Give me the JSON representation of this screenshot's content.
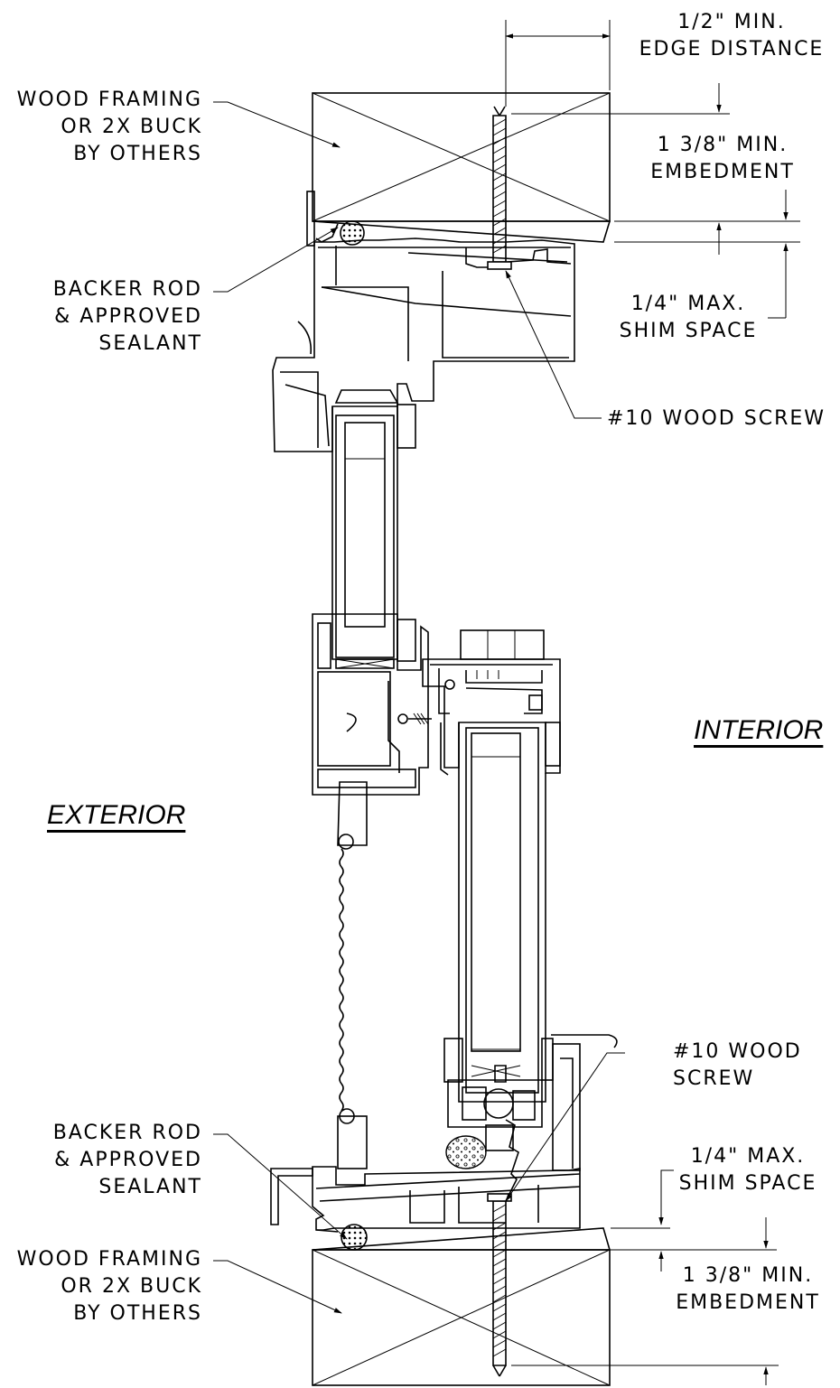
{
  "labels": {
    "top_edge_distance": [
      "1/2\" MIN.",
      "EDGE DISTANCE"
    ],
    "top_wood_framing": [
      "WOOD FRAMING",
      "OR 2X BUCK",
      "BY OTHERS"
    ],
    "top_embedment": [
      "1 3/8\" MIN.",
      "EMBEDMENT"
    ],
    "top_backer_rod": [
      "BACKER ROD",
      "& APPROVED",
      "SEALANT"
    ],
    "top_shim_space": [
      "1/4\" MAX.",
      "SHIM SPACE"
    ],
    "top_wood_screw": "#10 WOOD SCREW",
    "interior": "INTERIOR",
    "exterior": "EXTERIOR",
    "bottom_wood_screw": [
      "#10 WOOD",
      "SCREW"
    ],
    "bottom_backer_rod": [
      "BACKER ROD",
      "& APPROVED",
      "SEALANT"
    ],
    "bottom_shim_space": [
      "1/4\" MAX.",
      "SHIM SPACE"
    ],
    "bottom_wood_framing": [
      "WOOD FRAMING",
      "OR 2X BUCK",
      "BY OTHERS"
    ],
    "bottom_embedment": [
      "1 3/8\" MIN.",
      "EMBEDMENT"
    ]
  },
  "colors": {
    "ink": "#000000",
    "paper": "#ffffff"
  }
}
